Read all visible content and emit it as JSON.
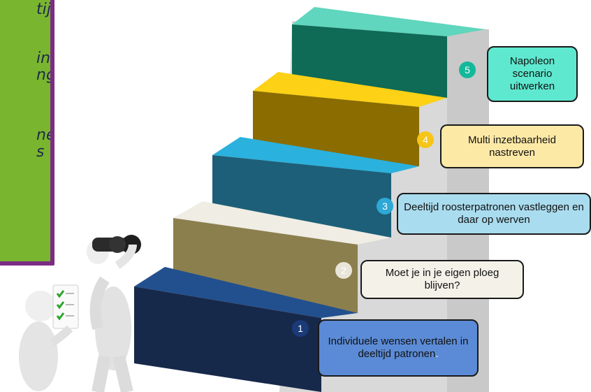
{
  "side_panel": {
    "lines": [
      "tijd",
      "ing",
      "ng",
      "ne",
      "s"
    ]
  },
  "steps": [
    {
      "number": "1",
      "label": "Individuele wensen vertalen in deeltijd patronen",
      "suffix": "."
    },
    {
      "number": "2",
      "label": "Moet je in je eigen ploeg blijven?"
    },
    {
      "number": "3",
      "label": "Deeltijd roosterpatronen vastleggen en daar op werven"
    },
    {
      "number": "4",
      "label": "Multi inzetbaarheid nastreven"
    },
    {
      "number": "5",
      "label": "Napoleon scenario uitwerken"
    }
  ],
  "colors": {
    "step1": "#17294a",
    "step2": "#8c7f4e",
    "step3": "#1d5f78",
    "step4": "#8a6c00",
    "step5": "#0f6a56",
    "box1": "#5b8bd6",
    "box2": "#f3f1e8",
    "box3": "#a9dcee",
    "box4": "#fde9a6",
    "box5": "#5ee8cf",
    "badge1": "#1a3a78",
    "badge2": "#e9e6d9",
    "badge3": "#2ea8d6",
    "badge4": "#f5c518",
    "badge5": "#14b89a",
    "panel_bg": "#7ab52f",
    "panel_border": "#7b2d83"
  }
}
